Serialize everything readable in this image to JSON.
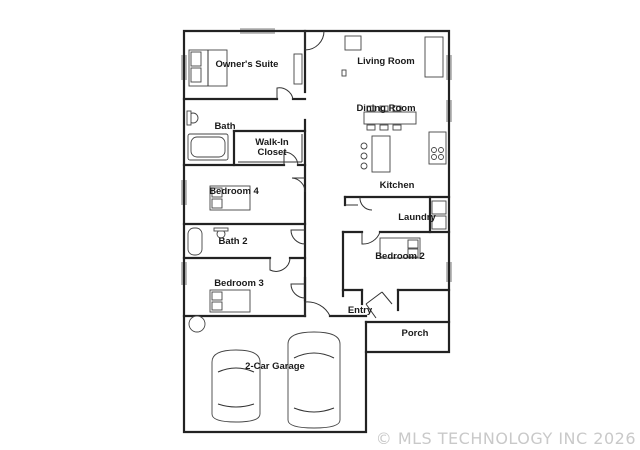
{
  "rooms": {
    "owners_suite": "Owner's Suite",
    "living_room": "Living Room",
    "dining_room": "Dining Room",
    "bath": "Bath",
    "walk_in_closet_line1": "Walk-In",
    "walk_in_closet_line2": "Closet",
    "kitchen": "Kitchen",
    "bedroom_4": "Bedroom 4",
    "laundry": "Laundry",
    "bath_2": "Bath 2",
    "bedroom_2": "Bedroom 2",
    "bedroom_3": "Bedroom 3",
    "entry": "Entry",
    "porch": "Porch",
    "garage": "2-Car Garage"
  },
  "watermark": "© MLS TECHNOLOGY INC 2026"
}
